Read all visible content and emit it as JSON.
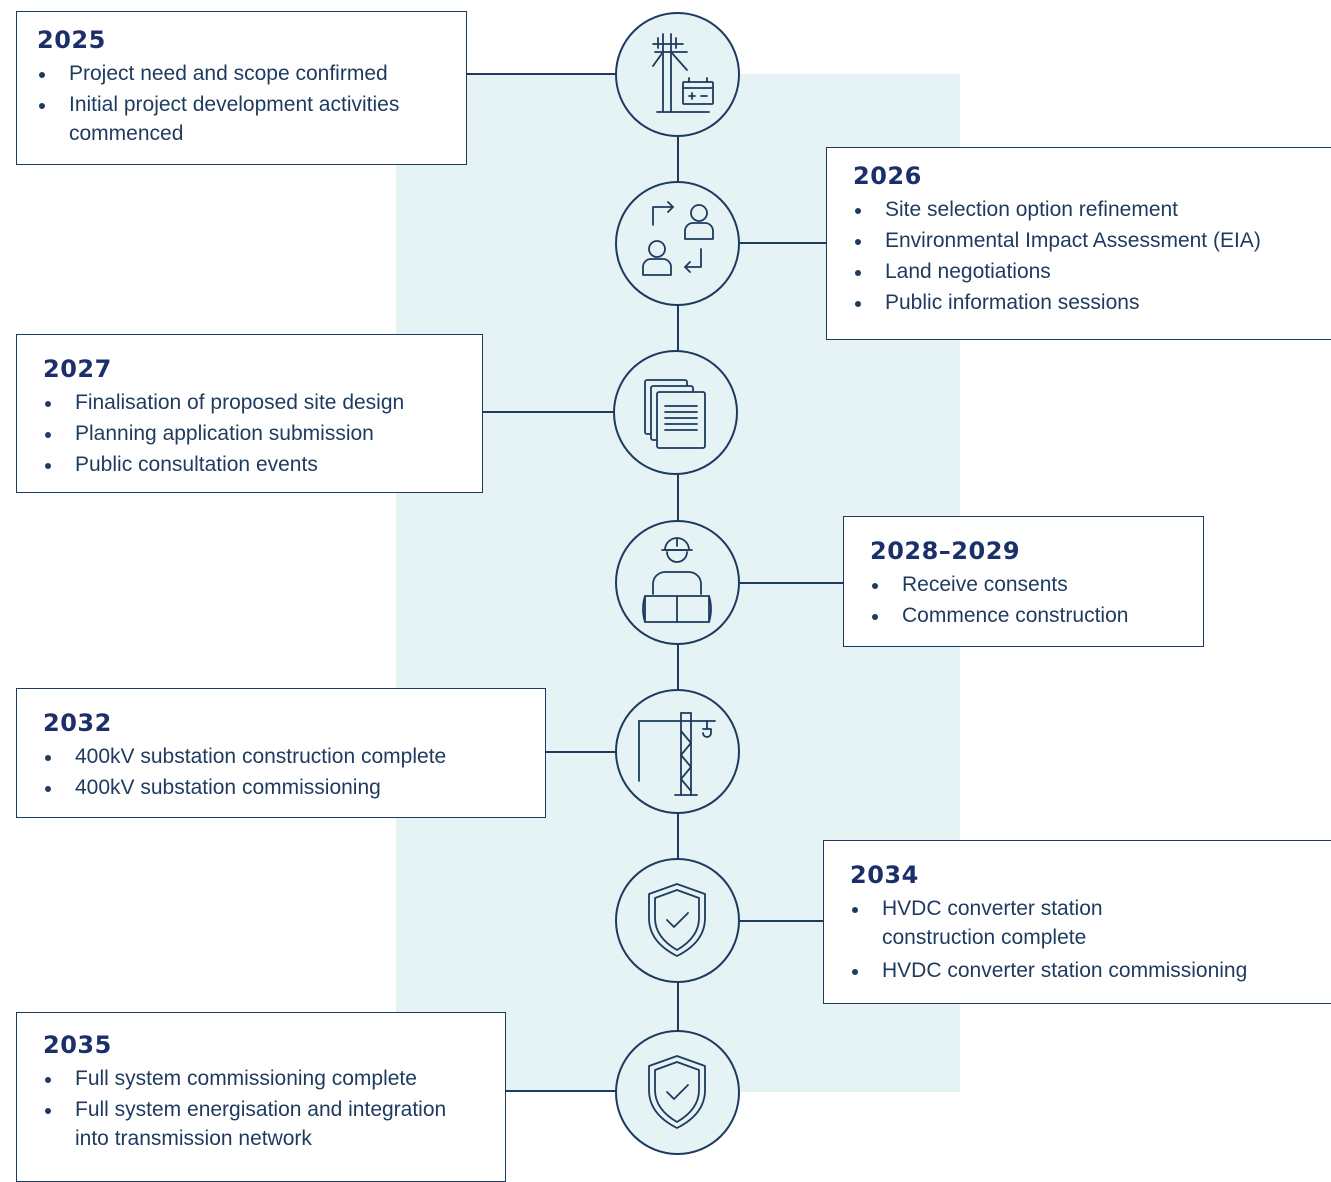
{
  "milestones": [
    {
      "year": "2025",
      "items": [
        "Project need and scope confirmed",
        "Initial project development activities commenced"
      ],
      "icon": "pylon-battery-icon"
    },
    {
      "year": "2026",
      "items": [
        "Site selection option refinement",
        "Environmental Impact Assessment (EIA)",
        "Land negotiations",
        "Public information sessions"
      ],
      "icon": "people-exchange-icon"
    },
    {
      "year": "2027",
      "items": [
        "Finalisation of proposed site design",
        "Planning application submission",
        "Public consultation events"
      ],
      "icon": "documents-icon"
    },
    {
      "year": "2028–2029",
      "items": [
        "Receive consents",
        "Commence construction"
      ],
      "icon": "engineer-plans-icon"
    },
    {
      "year": "2032",
      "items": [
        "400kV substation construction complete",
        "400kV substation commissioning"
      ],
      "icon": "crane-icon"
    },
    {
      "year": "2034",
      "items": [
        "HVDC converter station construction complete",
        "HVDC converter station commissioning"
      ],
      "icon": "shield-check-icon"
    },
    {
      "year": "2035",
      "items": [
        "Full system commissioning complete",
        "Full system energisation and integration into transmission network"
      ],
      "icon": "shield-check-icon"
    }
  ],
  "colors": {
    "navy": "#1e3a5f",
    "year_text": "#1b2f6b",
    "band": "#e6f3f4",
    "card_bg": "#ffffff"
  }
}
